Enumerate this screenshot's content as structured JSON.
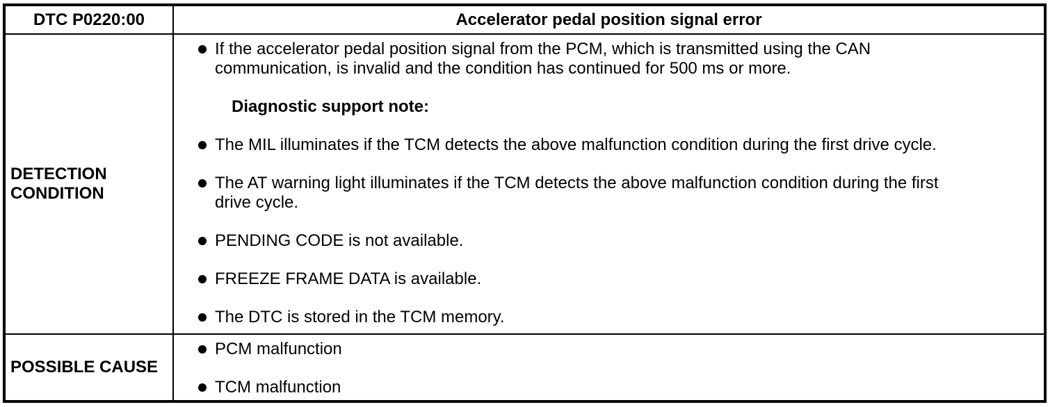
{
  "table": {
    "header": {
      "code": "DTC P0220:00",
      "title": "Accelerator pedal position signal error"
    },
    "detection": {
      "label": "DETECTION CONDITION",
      "items": [
        {
          "style": "bullet",
          "text": "If the accelerator pedal position signal from the PCM, which is transmitted using the CAN\ncommunication, is invalid and the condition has continued for 500 ms or more."
        },
        {
          "style": "note",
          "text": "Diagnostic support note:"
        },
        {
          "style": "bullet",
          "text": "The MIL illuminates if the TCM detects the above malfunction condition during the first drive cycle."
        },
        {
          "style": "bullet",
          "text": "The AT warning light illuminates if the TCM detects the above malfunction condition during the first\ndrive cycle."
        },
        {
          "style": "bullet",
          "text": "PENDING CODE is not available."
        },
        {
          "style": "bullet",
          "text": "FREEZE FRAME DATA is available."
        },
        {
          "style": "bullet",
          "text": "The DTC is stored in the TCM memory."
        }
      ]
    },
    "possible_cause": {
      "label": "POSSIBLE CAUSE",
      "items": [
        {
          "style": "bullet",
          "text": "PCM malfunction"
        },
        {
          "style": "bullet",
          "text": "TCM malfunction"
        }
      ]
    },
    "icons": {
      "bullet-icon": "●"
    },
    "colors": {
      "border": "#000000",
      "text": "#000000",
      "background": "#ffffff"
    }
  }
}
